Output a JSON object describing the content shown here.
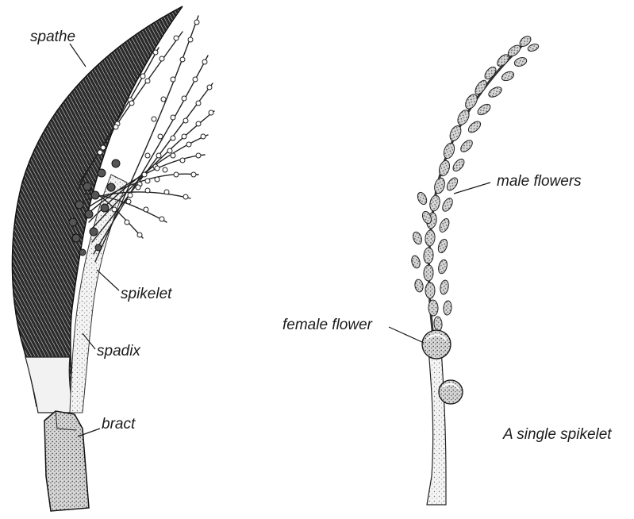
{
  "labels": {
    "spathe": "spathe",
    "spikelet": "spikelet",
    "spadix": "spadix",
    "bract": "bract",
    "male_flowers": "male flowers",
    "female_flower": "female flower",
    "caption": "A single spikelet"
  },
  "colors": {
    "ink": "#1a1a1a",
    "paper": "#ffffff",
    "stipple": "#9a9a9a"
  }
}
